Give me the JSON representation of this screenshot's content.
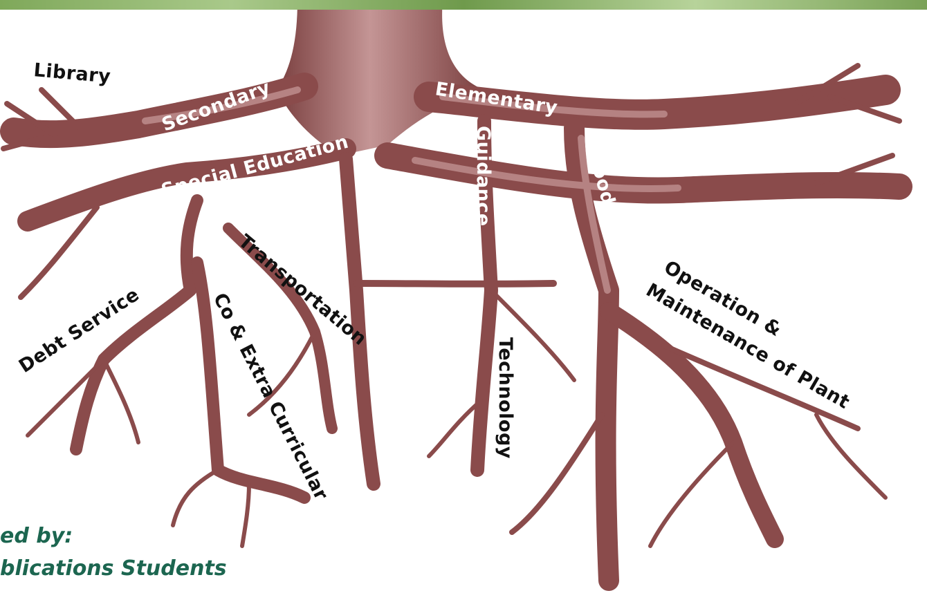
{
  "diagram": {
    "labels": {
      "library": "Library",
      "secondary": "Secondary",
      "elementary": "Elementary",
      "special_education": "Special Education",
      "guidance": "Guidance",
      "food_service": "Food Service",
      "transportation": "Transportation",
      "debt_service": "Debt Service",
      "co_extra_curricular": "Co & Extra Curricular",
      "technology": "Technology",
      "operation_maintenance_line1": "Operation &",
      "operation_maintenance_line2": "Maintenance of Plant"
    },
    "credits": {
      "line1": "ed by:",
      "line2": "blications Students"
    }
  },
  "colors": {
    "root": "#8a4b4b",
    "root_light": "#b98484",
    "label_dark": "#111111",
    "label_light": "#ffffff",
    "credit": "#1c6650",
    "grass": "#7fa85a"
  }
}
